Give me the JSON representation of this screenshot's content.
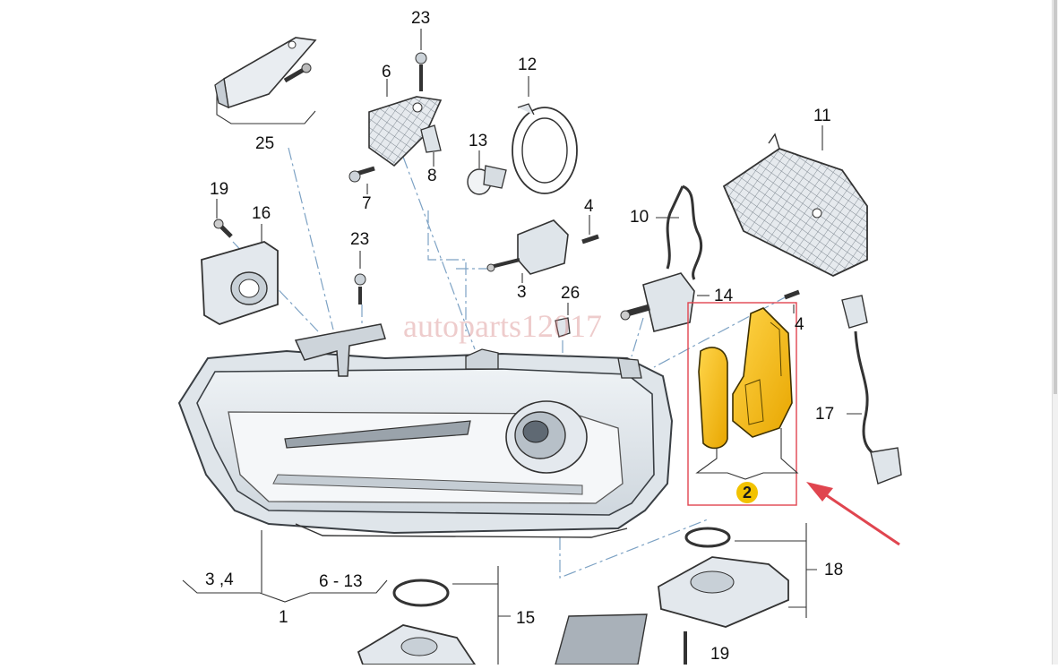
{
  "diagram": {
    "watermark": "autoparts12017",
    "labels": {
      "p1": "1",
      "p2": "2",
      "p3": "3",
      "p3_4": "3 ,4",
      "p4_top": "4",
      "p4_right": "4",
      "p6": "6",
      "p6_13": "6 - 13",
      "p7": "7",
      "p8": "8",
      "p10": "10",
      "p11": "11",
      "p12": "12",
      "p13": "13",
      "p14": "14",
      "p15": "15",
      "p16": "16",
      "p17": "17",
      "p18": "18",
      "p19_left": "19",
      "p19_bottom": "19",
      "p23_top": "23",
      "p23_mid": "23",
      "p25": "25",
      "p26": "26"
    },
    "colors": {
      "highlight_box": "#e0454f",
      "arrow": "#e0454f",
      "highlight_part": "#f0b400",
      "callout_2": "#f2c200",
      "line": "#444444",
      "part_fill": "#e9edf1"
    }
  }
}
